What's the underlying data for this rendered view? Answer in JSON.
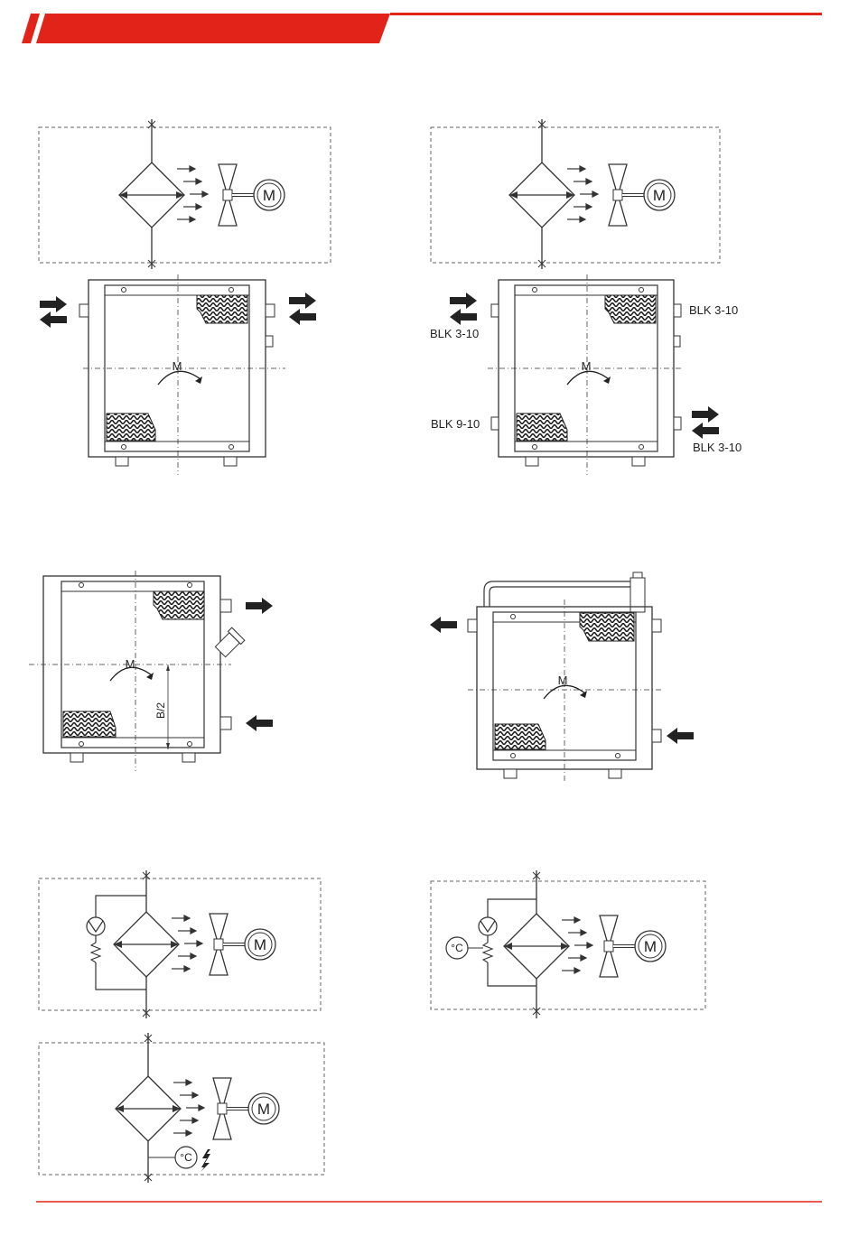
{
  "colors": {
    "accent": "#e2231a",
    "line": "#333333",
    "dash": "#666666"
  },
  "symbols": {
    "motor": "M",
    "thermostat": "°C",
    "body_rotation": "M",
    "half_height": "B/2"
  },
  "labels": {
    "blk_inlet_top": "BLK 3-10",
    "blk_inlet_left": "BLK 3-10",
    "blk_drain": "BLK 9-10",
    "blk_outlet_bottom": "BLK 3-10"
  }
}
